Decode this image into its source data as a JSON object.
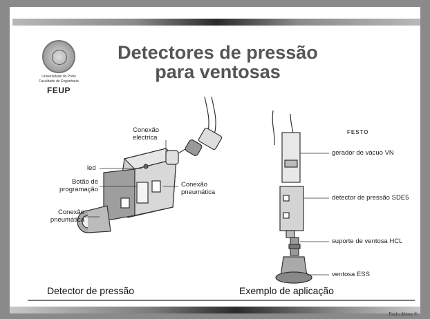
{
  "title_line1": "Detectores de pressão",
  "title_line2": "para ventosas",
  "logo": {
    "line1": "Universidade do Porto",
    "line2": "Faculdade de Engenharia",
    "acronym": "FEUP"
  },
  "left_labels": {
    "conexao_electrica": [
      "Conexão",
      "eléctrica"
    ],
    "led": "led",
    "botao": [
      "Botão de",
      "programação"
    ],
    "conexao_pneu_right": [
      "Conexão",
      "pneumática"
    ],
    "conexao_pneu_left": [
      "Conexão",
      "pneumática"
    ]
  },
  "right_labels": {
    "brand": "FESTO",
    "gerador": "gerador de vácuo VN",
    "detector": "detector de pressão SDE5",
    "suporte": "suporte de ventosa HCL",
    "ventosa": "ventosa ESS"
  },
  "captions": {
    "left": "Detector de pressão",
    "right": "Exemplo de aplicação"
  },
  "footer": "Paulo Abreu ®"
}
